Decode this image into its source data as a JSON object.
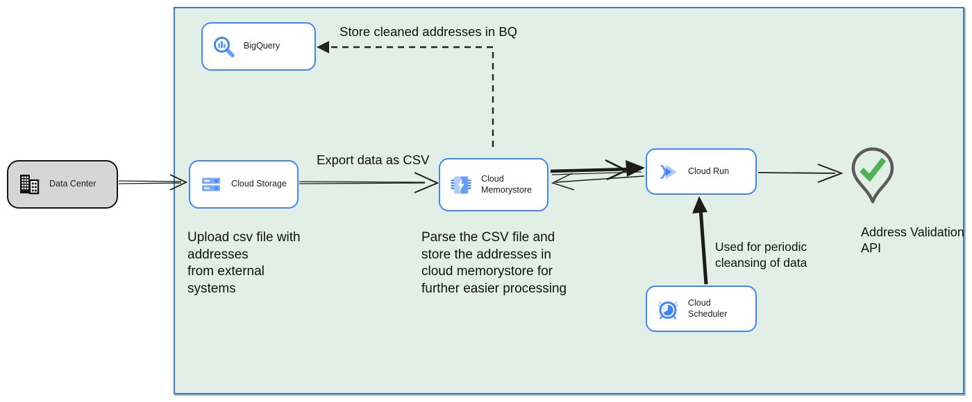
{
  "nodes": {
    "data_center": {
      "label": "Data Center"
    },
    "bigquery": {
      "label": "BigQuery"
    },
    "cloud_storage": {
      "label": "Cloud Storage"
    },
    "cloud_memorystore": {
      "label": "Cloud\nMemorystore"
    },
    "cloud_run": {
      "label": "Cloud Run"
    },
    "cloud_scheduler": {
      "label": "Cloud Scheduler"
    }
  },
  "annotations": {
    "store_bq": "Store cleaned addresses in BQ",
    "export_csv": "Export data as CSV",
    "upload_note": "Upload csv file with\naddresses\nfrom external\nsystems",
    "parse_note": "Parse the CSV file and\nstore the addresses in\ncloud  memorystore for\nfurther easier processing",
    "scheduler_note": "Used for periodic\ncleansing of data",
    "address_api_label": "Address Validation\nAPI"
  },
  "colors": {
    "zone_fill": "#e2efe6",
    "zone_border": "#4579ad",
    "node_border": "#4285f4",
    "node_fill": "#ffffff",
    "datacenter_fill": "#d6d6d6",
    "icon_blue": "#4285f4",
    "icon_blue_medium": "#669df6",
    "icon_blue_light": "#aecbfa",
    "check_green": "#50b156",
    "pin_gray": "#5a5a5a",
    "arrow_black": "#1c1c1c"
  }
}
